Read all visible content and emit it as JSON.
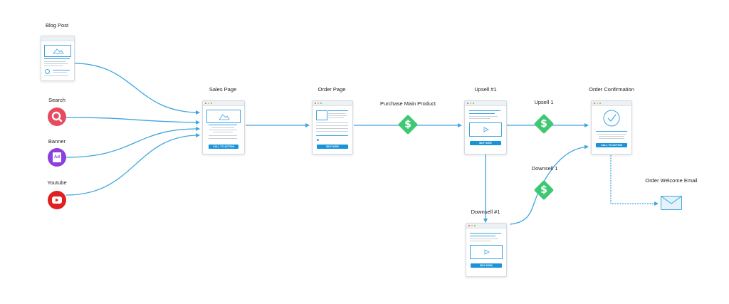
{
  "sources": {
    "blog_post": "Blog Post",
    "search": "Search",
    "banner": "Banner",
    "banner_badge": "Ad",
    "youtube": "Youtube"
  },
  "pages": {
    "sales_page": {
      "title": "Sales Page",
      "button": "CALL TO ACTION"
    },
    "order_page": {
      "title": "Order Page",
      "button": "BUY NOW"
    },
    "upsell_1": {
      "title": "Upsell #1",
      "button": "BUY NOW"
    },
    "downsell_1": {
      "title": "Downsell #1",
      "button": "BUY NOW"
    },
    "order_confirmation": {
      "title": "Order Confirmation",
      "button": "CALL TO ACTION"
    }
  },
  "transitions": {
    "purchase_main_product": "Purchase Main Product",
    "upsell": "Upsell 1",
    "downsell": "Downsell 1",
    "dollar_symbol": "$"
  },
  "email": {
    "title": "Order Welcome Email"
  },
  "colors": {
    "flow_line": "#3ea5e0",
    "money": "#3fc873",
    "search": "#e84a5f",
    "banner": "#8c3fe0",
    "youtube": "#e02020",
    "button": "#1a94d8"
  },
  "icons": {
    "search": "magnifier-icon",
    "banner": "ad-icon",
    "youtube": "play-icon",
    "money": "dollar-icon",
    "email": "envelope-icon"
  }
}
